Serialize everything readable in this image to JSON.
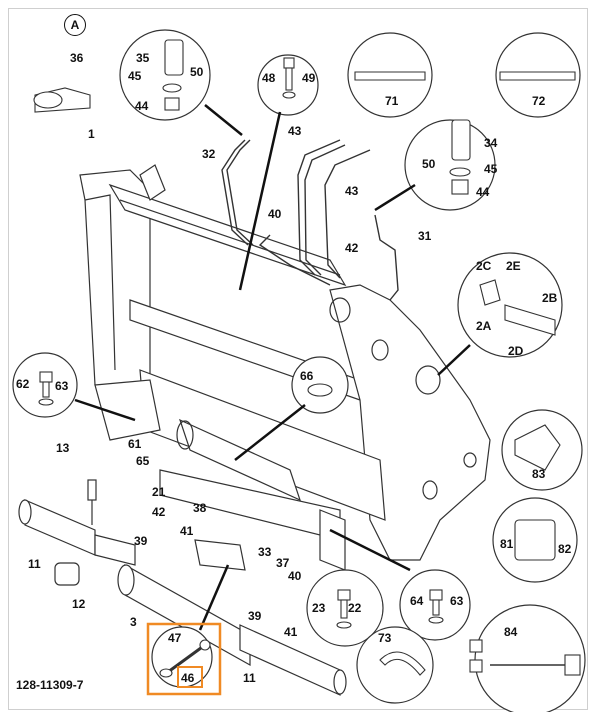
{
  "section_badge": "A",
  "drawing_number": "128-11309-7",
  "highlight_color": "#f08a24",
  "callout_labels": {
    "c36": "36",
    "c35": "35",
    "c45a": "45",
    "c50a": "50",
    "c44a": "44",
    "c48": "48",
    "c49": "49",
    "c71": "71",
    "c72": "72",
    "c1": "1",
    "c32": "32",
    "c43a": "43",
    "c43b": "43",
    "c34": "34",
    "c50b": "50",
    "c45b": "45",
    "c44b": "44",
    "c40a": "40",
    "c42a": "42",
    "c31": "31",
    "c2C": "2C",
    "c2E": "2E",
    "c2B": "2B",
    "c2A": "2A",
    "c2D": "2D",
    "c62": "62",
    "c63a": "63",
    "c66": "66",
    "c61": "61",
    "c65": "65",
    "c13": "13",
    "c21": "21",
    "c83": "83",
    "c38": "38",
    "c42b": "42",
    "c41a": "41",
    "c11a": "11",
    "c39a": "39",
    "c81": "81",
    "c82": "82",
    "c33": "33",
    "c37": "37",
    "c40b": "40",
    "c12": "12",
    "c23": "23",
    "c22": "22",
    "c64": "64",
    "c63b": "63",
    "c3": "3",
    "c39b": "39",
    "c41b": "41",
    "c73": "73",
    "c84": "84",
    "c47": "47",
    "c46": "46",
    "c11b": "11"
  }
}
